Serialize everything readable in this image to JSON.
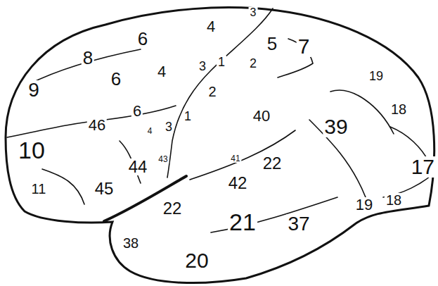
{
  "diagram": {
    "labels": [
      "3",
      "4",
      "6",
      "8",
      "5",
      "7",
      "3",
      "1",
      "4",
      "2",
      "6",
      "9",
      "2",
      "19",
      "6",
      "46",
      "4",
      "3",
      "1",
      "40",
      "39",
      "18",
      "10",
      "44",
      "43",
      "41",
      "22",
      "17",
      "42",
      "11",
      "45",
      "22",
      "19",
      "18",
      "21",
      "37",
      "38",
      "20"
    ]
  }
}
